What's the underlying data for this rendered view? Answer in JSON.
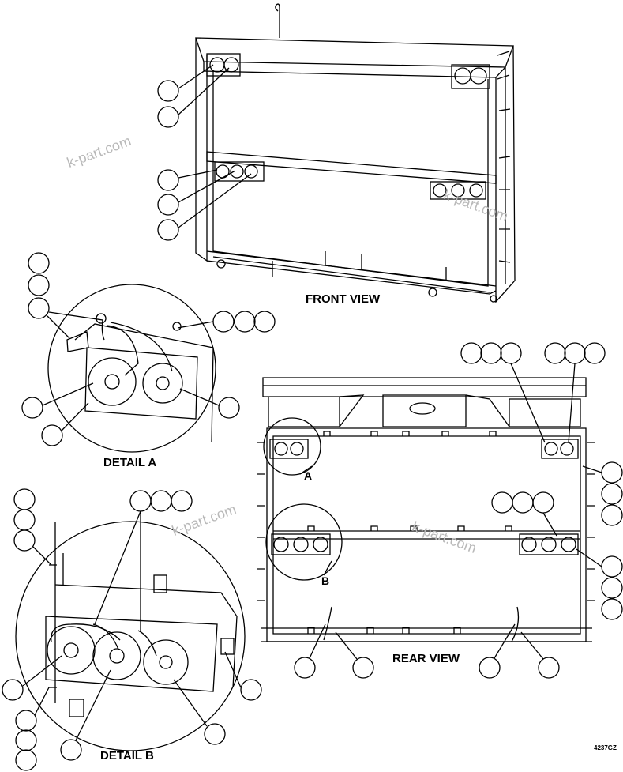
{
  "labels": {
    "front_view": "FRONT VIEW",
    "rear_view": "REAR VIEW",
    "detail_a": "DETAIL A",
    "detail_b": "DETAIL B",
    "marker_a": "A",
    "marker_b": "B"
  },
  "watermark": "k-part.com",
  "figure_number": "4237GZ",
  "colors": {
    "line": "#000000",
    "watermark": "#b9b9b9"
  }
}
